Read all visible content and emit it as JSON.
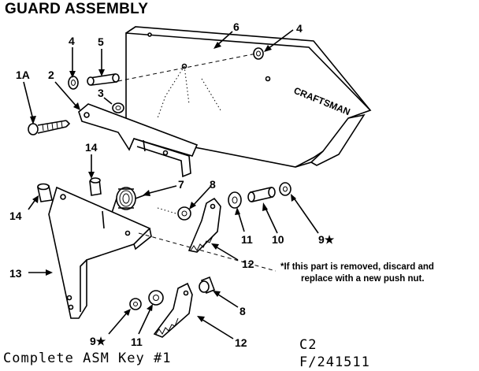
{
  "title": "GUARD ASSEMBLY",
  "callouts": {
    "c1a": "1A",
    "c2": "2",
    "c3": "3",
    "c4a": "4",
    "c4b": "4",
    "c5": "5",
    "c6": "6",
    "c7": "7",
    "c8a": "8",
    "c8b": "8",
    "c9a": "9★",
    "c9b": "9★",
    "c10": "10",
    "c11a": "11",
    "c11b": "11",
    "c12a": "12",
    "c12b": "12",
    "c13": "13",
    "c14a": "14",
    "c14b": "14"
  },
  "note": {
    "line1": "*If this part is removed, discard and",
    "line2": "replace with a new push nut."
  },
  "footer": {
    "left": "Complete ASM Key #1",
    "code1": "C2",
    "code2": "F/241511"
  },
  "guard_stamp": "CRAFTSMAN"
}
